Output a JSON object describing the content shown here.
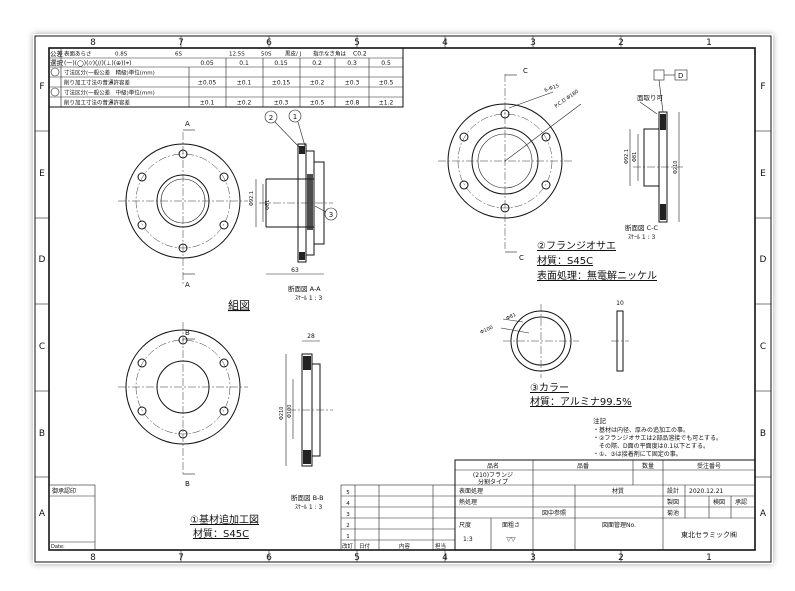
{
  "zones": {
    "columns": [
      "8",
      "7",
      "6",
      "5",
      "4",
      "3",
      "2",
      "1"
    ],
    "rows": [
      "F",
      "E",
      "D",
      "C",
      "B",
      "A"
    ]
  },
  "tolerance_table": {
    "r1_head": "公差",
    "r2_head": "選択",
    "r1_surface": "表面あらさ",
    "r1_finishes": [
      "0.8S",
      "6S",
      "12.5S",
      "50S"
    ],
    "r1_other": "黒皮/ J",
    "r1_chamfer": "指示なき角は",
    "r1_chamfer_val": "C0.2",
    "r2_symbols": "(一)(◯)(⌭)(//)(⊥)(⊕)(⌖)",
    "r2_values": [
      "0.05",
      "0.1",
      "0.15",
      "0.2",
      "0.3",
      "0.5"
    ],
    "r3_label": "寸法区分(一般公差　精級)単位(mm)",
    "r4_label": "削り加工寸法の普通許容差",
    "r4_values": [
      "±0.05",
      "±0.1",
      "±0.15",
      "±0.2",
      "±0.3",
      "±0.5"
    ],
    "r5_label": "寸法区分(一般公差　中級)単位(mm)",
    "r6_label": "削り加工寸法の普通許容差",
    "r6_values": [
      "±0.1",
      "±0.2",
      "±0.3",
      "±0.5",
      "±0.8",
      "±1.2"
    ]
  },
  "views": {
    "assembly_title": "組図",
    "section_aa": "断面図 A-A",
    "scale_aa": "ｽｹｰﾙ 1 : 3",
    "section_bb": "断面図 B-B",
    "scale_bb": "ｽｹｰﾙ 1 : 3",
    "section_cc": "断面図 C-C",
    "scale_cc": "ｽｹｰﾙ 1 : 3",
    "balloons": [
      "1",
      "2",
      "3"
    ],
    "dim_63": "63",
    "dim_28": "28",
    "dim_10": "10",
    "dim_d92": "Φ92.1",
    "dim_d81": "Φ81",
    "dim_d210": "Φ210",
    "dim_d100": "Φ100",
    "dim_d81_collar": "Φ81",
    "dim_d100_collar": "Φ100",
    "dim_pcd": "P.C.D Φ180",
    "dim_hole": "6-Φ15",
    "note_bevel": "面取り可",
    "datum_d": "D",
    "letters": {
      "a": "A",
      "b": "B",
      "c": "C"
    }
  },
  "parts": {
    "p1_title": "①基材追加工図",
    "p1_mat": "材質：S45C",
    "p2_title": "②フランジオサエ",
    "p2_mat": "材質：S45C",
    "p2_finish": "表面処理：無電解ニッケル",
    "p3_title": "③カラー",
    "p3_mat": "材質：アルミナ99.5%"
  },
  "notes": {
    "title": "注記",
    "lines": [
      "・基材は内径、厚みの追加工の事。",
      "・②フランジオサエは2部品溶接でも可とする。",
      "　その際、D面の平面度は0.1以下とする。",
      "・①、③は接着剤にて固定の事。"
    ]
  },
  "title_block": {
    "h_name": "品名",
    "h_number": "品番",
    "h_qty": "数量",
    "h_order": "受注番号",
    "name_1": "(210)フランジ",
    "name_2": "分割タイプ",
    "surface": "表面処理",
    "heat": "熱処理",
    "scale_label": "尺度",
    "scale_val": "1:3",
    "rough_label": "面粗さ",
    "rough_val": "▽▽",
    "material": "材質",
    "fig_ref": "図中参照",
    "doc_no": "図面管理No.",
    "design": "設計",
    "date": "2020.12.21",
    "drafting": "製図",
    "check": "検図",
    "approve": "承認",
    "designer": "菊池",
    "company": "東北セラミック㈱",
    "approval_stamp": "御承認印",
    "date_field": "Date:",
    "rev": "改訂",
    "rev_date": "日付",
    "rev_content": "内容",
    "rev_by": "担当",
    "rev_marks": [
      "5",
      "4",
      "3",
      "2",
      "1"
    ]
  }
}
